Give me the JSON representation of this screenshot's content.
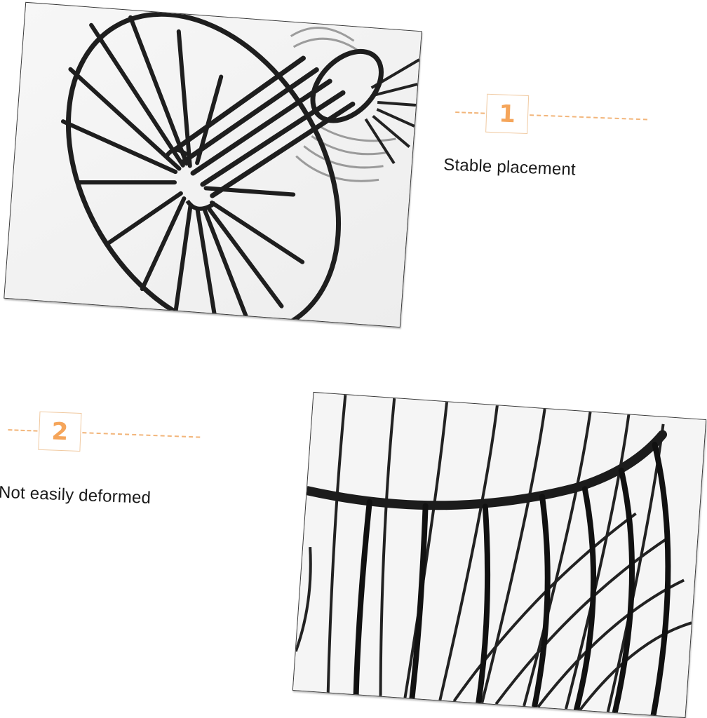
{
  "features": [
    {
      "number": "1",
      "label": "Stable placement",
      "photo": "wire-basket-base-spokes-closeup"
    },
    {
      "number": "2",
      "label": "Not easily deformed",
      "photo": "wire-basket-rim-closeup"
    }
  ],
  "colors": {
    "accent_orange": "#f5a55a",
    "badge_border": "#f0c9a0",
    "dash_line": "#f2b57a",
    "text": "#1a1a1a",
    "wire": "#1e1e1e",
    "photo_bg": "#f4f4f4",
    "page_bg": "#ffffff"
  }
}
